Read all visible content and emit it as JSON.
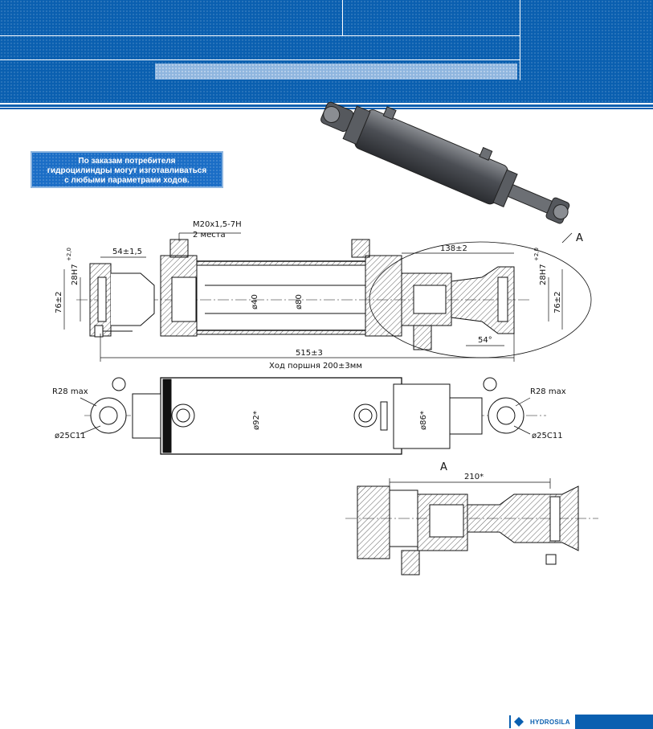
{
  "note": {
    "line1": "По заказам потребителя",
    "line2": "гидроцилиндры могут изготавливаться",
    "line3": "с любыми параметрами ходов."
  },
  "dimensions": {
    "thread": "M20x1,5-7H",
    "places": "2 места",
    "d54": "54±1,5",
    "d138": "138±2",
    "view_a": "A",
    "h28_left": "28H7",
    "h28_left_tol": "+2,0",
    "h28_right": "28H7",
    "h28_right_tol": "+2,0",
    "h76_left": "76±2",
    "h76_right": "76±2",
    "d40": "ø40",
    "d80": "ø80",
    "angle54": "54°",
    "d515": "515±3",
    "stroke": "Ход поршня 200±3мм",
    "r28_left": "R28 max",
    "r28_right": "R28 max",
    "d25_left": "ø25C11",
    "d25_right": "ø25C11",
    "d92": "ø92*",
    "d86": "ø86*",
    "view_a2": "A",
    "d210": "210*"
  },
  "footer": {
    "brand": "HYDROSILA"
  },
  "colors": {
    "brand_blue": "#0a5fb0",
    "light_blue": "#8fb6df"
  }
}
